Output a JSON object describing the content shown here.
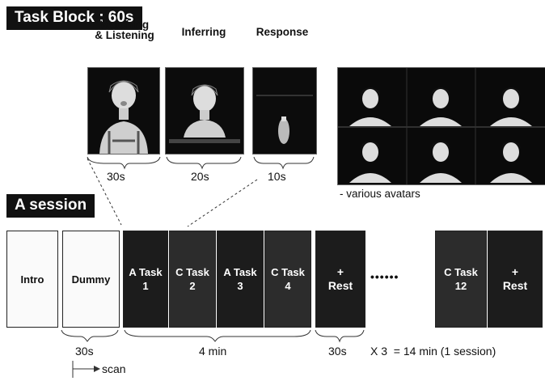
{
  "task_block": {
    "title": "Task Block : 60s",
    "phases": [
      {
        "label": "Watching\n& Listening",
        "duration": "30s"
      },
      {
        "label": "Inferring",
        "duration": "20s"
      },
      {
        "label": "Response",
        "duration": "10s"
      }
    ],
    "avatars_caption": "- various avatars"
  },
  "session": {
    "title": "A session",
    "blocks": [
      {
        "label": "Intro"
      },
      {
        "label": "Dummy"
      },
      {
        "label": "A Task\n1"
      },
      {
        "label": "C Task\n2"
      },
      {
        "label": "A Task\n3"
      },
      {
        "label": "C Task\n4"
      },
      {
        "label": "+\nRest"
      },
      {
        "label": "C Task\n12"
      },
      {
        "label": "+\nRest"
      }
    ],
    "ellipsis": "••••••",
    "durations": {
      "dummy": "30s",
      "tasks": "4 min",
      "rest": "30s",
      "total": "X 3  = 14 min (1 session)"
    },
    "scan_label": "scan"
  }
}
